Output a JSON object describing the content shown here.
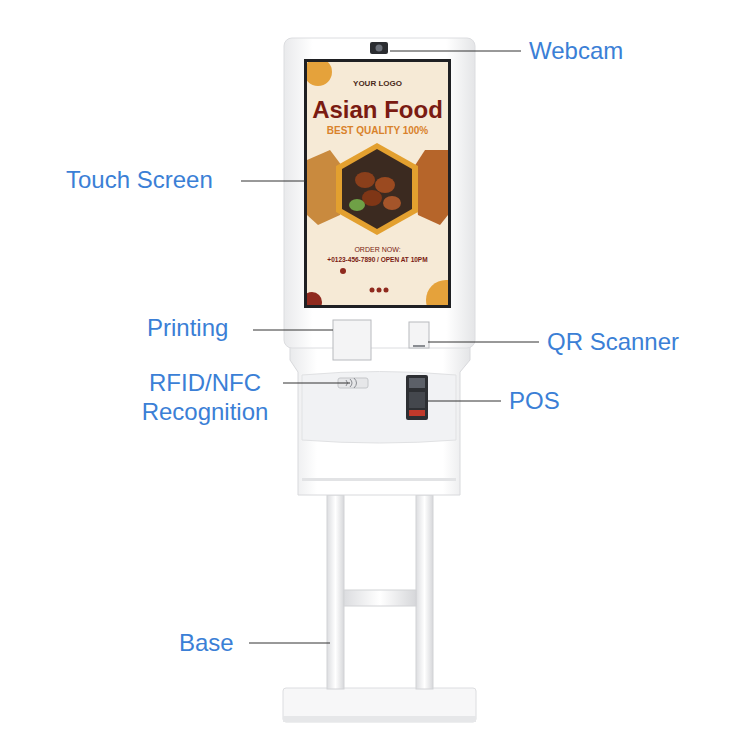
{
  "diagram": {
    "labels": [
      "Webcam",
      "Touch Screen",
      "Printing",
      "QR Scanner",
      "RFID/NFC Recognition",
      "POS",
      "Base",
      "YOUR LOGO",
      "Asian Food",
      "BEST QUALITY 100%",
      "ORDER NOW:",
      "+0123-456-7890 / OPEN AT 10PM"
    ]
  }
}
